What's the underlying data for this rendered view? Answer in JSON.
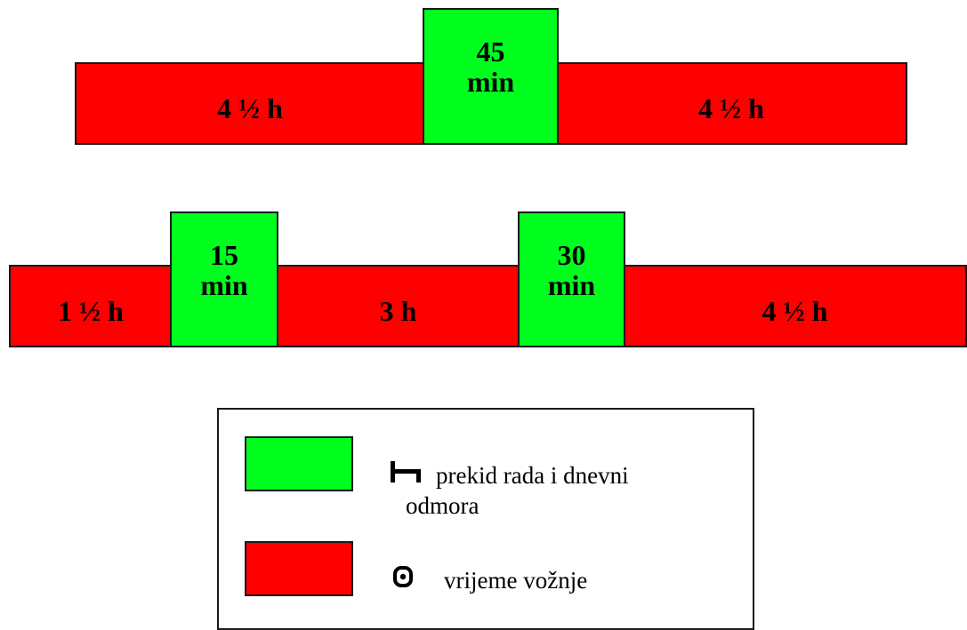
{
  "colors": {
    "driving": "#ff0000",
    "break": "#00ff1e"
  },
  "row1": {
    "seg1": "4 ½ h",
    "seg2": "45\nmin",
    "seg3": "4 ½ h"
  },
  "row2": {
    "seg1": "1 ½ h",
    "seg2": "15\nmin",
    "seg3": "3 h",
    "seg4": "30\nmin",
    "seg5": "4 ½ h"
  },
  "legend": {
    "break_label": "prekid rada i dnevni odmora",
    "driving_label": "vrijeme vožnje",
    "break_icon": "bed-icon",
    "driving_icon": "steering-wheel-icon"
  }
}
